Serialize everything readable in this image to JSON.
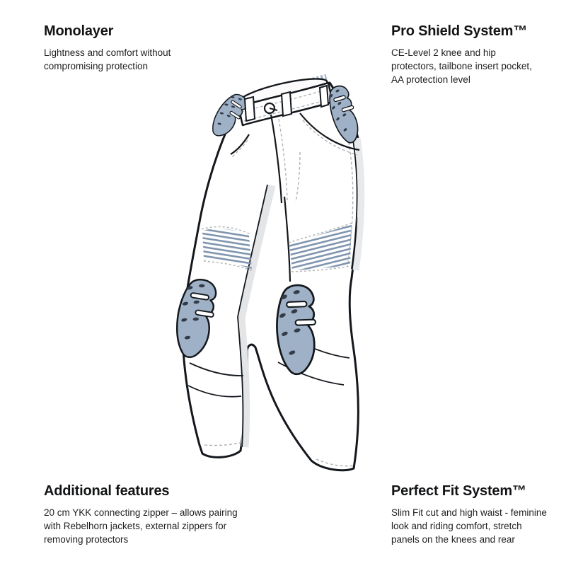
{
  "page": {
    "background": "#ffffff"
  },
  "features": {
    "top_left": {
      "title": "Monolayer",
      "lines": [
        "Lightness and comfort without",
        "compromising protection"
      ]
    },
    "top_right": {
      "title": "Pro Shield System™",
      "lines": [
        "CE-Level 2 knee and hip",
        "protectors, tailbone insert pocket,",
        "AA protection level"
      ]
    },
    "bottom_left": {
      "title": "Additional features",
      "lines": [
        "20 cm YKK connecting zipper – allows pairing",
        "with Rebelhorn jackets, external zippers for",
        "removing protectors"
      ]
    },
    "bottom_right": {
      "title": "Perfect Fit System™",
      "lines": [
        "Slim Fit cut and high waist - feminine",
        "look and riding comfort, stretch",
        "panels on the knees and rear"
      ]
    }
  },
  "illustration": {
    "name": "motorcycle-jeans-technical-drawing",
    "colors": {
      "outline": "#14181d",
      "protector_pad": "#9FB1C6",
      "pad_hole": "#323B48",
      "rib_stripe": "#7F94AE",
      "shade_gray": "#E4E5E7",
      "stitch_gray": "#B3B3B3",
      "fabric_white": "#FFFFFF"
    }
  }
}
